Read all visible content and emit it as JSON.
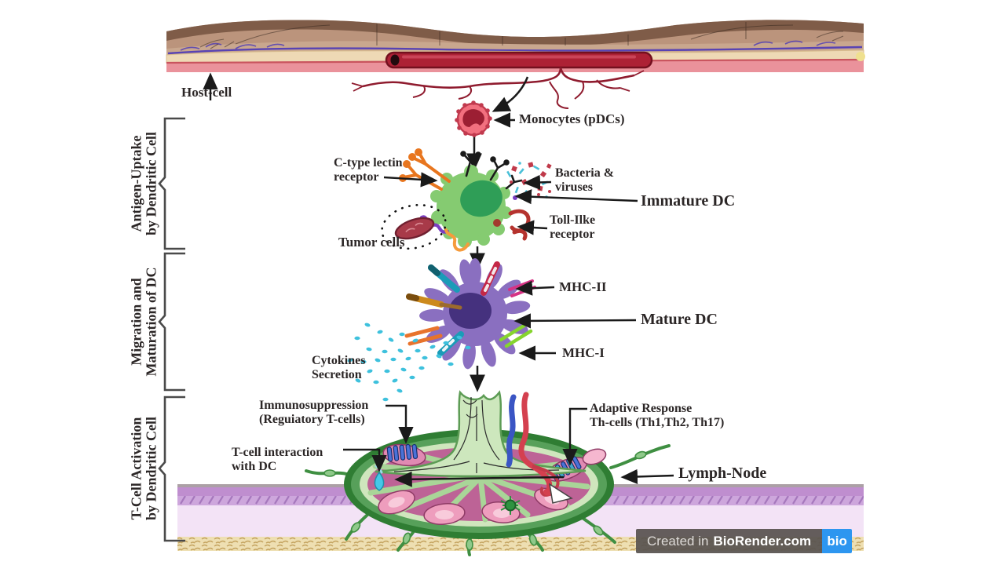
{
  "title": "Dendritic cell antigen uptake, maturation and T-cell activation diagram",
  "labels": {
    "host_cell": "Host-cell",
    "monocytes": "Monocytes (pDCs)",
    "c_type_lectin": "C-type lectin\nreceptor",
    "bacteria_viruses": "Bacteria &\nviruses",
    "immature_dc": "Immature DC",
    "toll_like": "Toll-Ilke\nreceptor",
    "tumor_cells": "Tumor cells",
    "mhc_ii": "MHC-II",
    "mature_dc": "Mature DC",
    "mhc_i": "MHC-I",
    "cytokines": "Cytokines\nSecretion",
    "immunosuppression": "Immunosuppression\n(Reguiatory T-cells)",
    "tcell_interaction": "T-cell interaction\nwith DC",
    "adaptive_response": "Adaptive Response\nTh-cells (Th1,Th2, Th17)",
    "lymph_node": "Lymph-Node"
  },
  "side_sections": [
    {
      "label": "Antigen-Uptake\nby Dendritic Cell"
    },
    {
      "label": "Migration and\nMaturation of DC"
    },
    {
      "label": "T-Cell Activation\nby Dendritic Cell"
    }
  ],
  "watermark": {
    "created_in": "Created in",
    "brand": "BioRender.com",
    "logo": "bio"
  },
  "colors": {
    "immature_dc_body": "#85cb71",
    "immature_dc_nucleus": "#2f9e57",
    "mature_dc_body": "#8a6fc0",
    "mature_dc_nucleus": "#45317e",
    "monocyte_body": "#f2707f",
    "cytokine": "#3ec1dd",
    "lymph_node_capsule": "#2f7d33",
    "lymph_node_interior": "#bd6396",
    "blood_vessel": "#ad2135",
    "watermark_blue": "#2d96f0"
  }
}
